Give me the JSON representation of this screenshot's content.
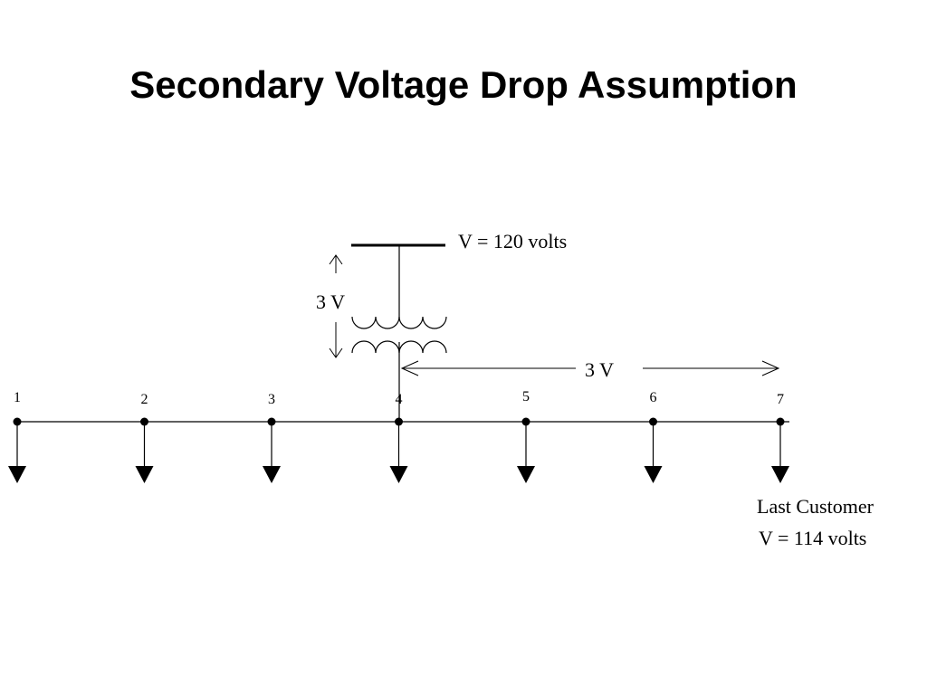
{
  "title": "Secondary Voltage Drop Assumption",
  "source_voltage_label": "V = 120 volts",
  "transformer_drop_label": "3 V",
  "secondary_drop_label": "3 V",
  "nodes": [
    "1",
    "2",
    "3",
    "4",
    "5",
    "6",
    "7"
  ],
  "last_customer": {
    "label": "Last Customer",
    "voltage": "V = 114 volts"
  },
  "colors": {
    "ink": "#000000",
    "background": "#ffffff"
  }
}
